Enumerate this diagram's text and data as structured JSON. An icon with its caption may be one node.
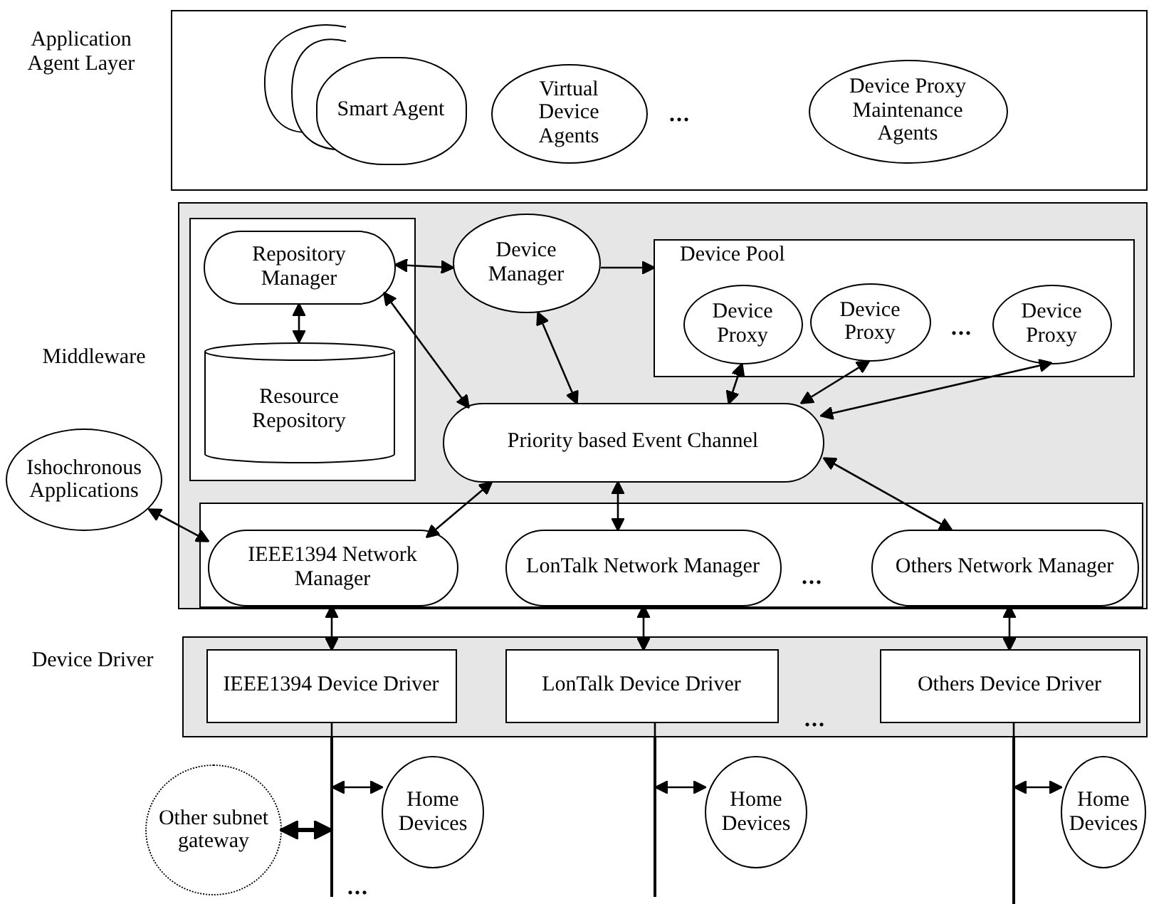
{
  "diagram": {
    "nodes": [
      {
        "text": [
          "Application Agent Layer"
        ]
      },
      {
        "text": [
          "Smart Agent"
        ],
        "in": 0
      },
      {
        "text": [
          "Virtual Device Agents"
        ],
        "in": 0
      },
      {
        "text": [
          "Device Proxy Maintenance Agents"
        ],
        "in": 0
      },
      {
        "text": [
          "Middleware"
        ]
      },
      {
        "text": [],
        "shape": "box",
        "in": 4
      },
      {
        "text": [
          "Repository Manager"
        ],
        "in": 5
      },
      {
        "text": [
          "Resource Repository"
        ],
        "in": 5
      },
      {
        "text": [
          "Device Manager"
        ],
        "in": 4
      },
      {
        "text": [
          "Device Pool"
        ],
        "in": 4
      },
      {
        "text": [
          "Device Proxy"
        ],
        "in": 9
      },
      {
        "text": [
          "Device Proxy"
        ],
        "in": 9
      },
      {
        "text": [
          "Device Proxy"
        ],
        "in": 9
      },
      {
        "text": [
          "Priority based Event Channel"
        ],
        "in": 4
      },
      {
        "text": [
          "Ishochronous Applications"
        ]
      },
      {
        "text": [],
        "shape": "box",
        "in": 4
      },
      {
        "text": [
          "IEEE1394 Network Manager"
        ],
        "in": 15
      },
      {
        "text": [
          "LonTalk Network Manager"
        ],
        "in": 15
      },
      {
        "text": [
          "Others Network Manager"
        ],
        "in": 15
      },
      {
        "text": [
          "Device Driver"
        ]
      },
      {
        "text": [
          "IEEE1394 Device Driver"
        ],
        "in": 19
      },
      {
        "text": [
          "LonTalk Device Driver"
        ],
        "in": 19
      },
      {
        "text": [
          "Others Device Driver"
        ],
        "in": 19
      },
      {
        "text": [],
        "shape": "bar"
      },
      {
        "text": [],
        "shape": "bar"
      },
      {
        "text": [],
        "shape": "bar"
      },
      {
        "text": [
          "Other subnet gateway"
        ]
      },
      {
        "text": [
          "Home Devices"
        ]
      },
      {
        "text": [
          "Home Devices"
        ]
      },
      {
        "text": [
          "Home Devices"
        ]
      }
    ],
    "edges": [
      {
        "from": 6,
        "to": 8,
        "arrow": "both"
      },
      {
        "from": 8,
        "to": 9,
        "arrow": "to"
      },
      {
        "from": 6,
        "to": 7,
        "arrow": "both"
      },
      {
        "from": 6,
        "to": 13,
        "arrow": "both"
      },
      {
        "from": 8,
        "to": 13,
        "arrow": "both"
      },
      {
        "from": 10,
        "to": 13,
        "arrow": "both"
      },
      {
        "from": 11,
        "to": 13,
        "arrow": "both"
      },
      {
        "from": 12,
        "to": 13,
        "arrow": "both"
      },
      {
        "from": 14,
        "to": 16,
        "arrow": "both"
      },
      {
        "from": 13,
        "to": 16,
        "arrow": "both"
      },
      {
        "from": 13,
        "to": 17,
        "arrow": "both"
      },
      {
        "from": 13,
        "to": 18,
        "arrow": "both"
      },
      {
        "from": 16,
        "to": 20,
        "arrow": "both"
      },
      {
        "from": 17,
        "to": 21,
        "arrow": "both"
      },
      {
        "from": 18,
        "to": 22,
        "arrow": "both"
      },
      {
        "from": 20,
        "to": 23,
        "arrow": "none"
      },
      {
        "from": 21,
        "to": 24,
        "arrow": "none"
      },
      {
        "from": 22,
        "to": 25,
        "arrow": "none"
      },
      {
        "from": 26,
        "to": 23,
        "arrow": "both",
        "style": "thick"
      },
      {
        "from": 23,
        "to": 27,
        "arrow": "both"
      },
      {
        "from": 24,
        "to": 28,
        "arrow": "both"
      },
      {
        "from": 25,
        "to": 29,
        "arrow": "both"
      }
    ],
    "labels": [
      "...",
      "...",
      "...",
      "...",
      "..."
    ]
  }
}
